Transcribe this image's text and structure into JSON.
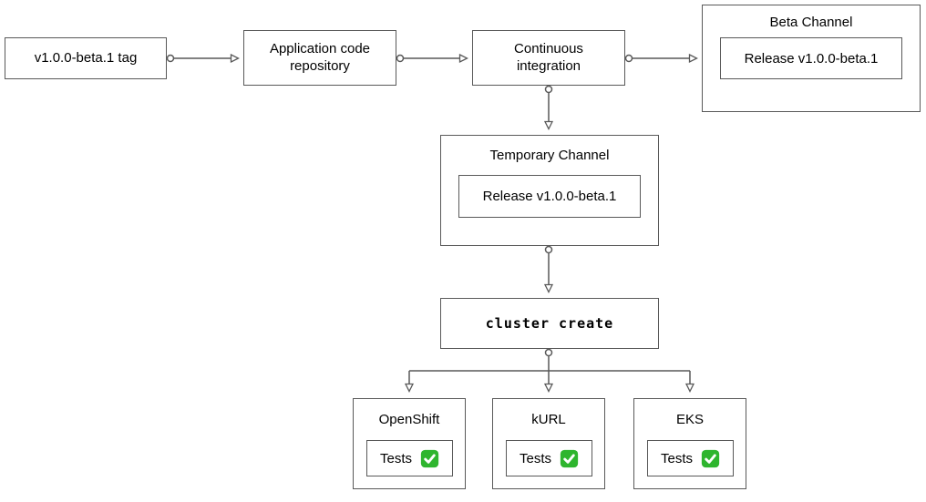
{
  "nodes": {
    "tag": {
      "label": "v1.0.0-beta.1 tag"
    },
    "repo": {
      "label": "Application code repository"
    },
    "ci": {
      "label": "Continuous integration"
    },
    "beta_channel": {
      "title": "Beta Channel",
      "release": "Release v1.0.0-beta.1"
    },
    "temporary_channel": {
      "title": "Temporary Channel",
      "release": "Release v1.0.0-beta.1"
    },
    "cluster_create": {
      "label": "cluster create"
    },
    "targets": [
      {
        "title": "OpenShift",
        "tests_label": "Tests",
        "status_icon": "check-icon"
      },
      {
        "title": "kURL",
        "tests_label": "Tests",
        "status_icon": "check-icon"
      },
      {
        "title": "EKS",
        "tests_label": "Tests",
        "status_icon": "check-icon"
      }
    ],
    "edges": [
      {
        "from": "tag",
        "to": "repo"
      },
      {
        "from": "repo",
        "to": "ci"
      },
      {
        "from": "ci",
        "to": "beta_channel"
      },
      {
        "from": "ci",
        "to": "temporary_channel"
      },
      {
        "from": "temporary_channel",
        "to": "cluster_create"
      },
      {
        "from": "cluster_create",
        "to": "OpenShift"
      },
      {
        "from": "cluster_create",
        "to": "kURL"
      },
      {
        "from": "cluster_create",
        "to": "EKS"
      }
    ]
  },
  "colors": {
    "border": "#595959",
    "background": "#ffffff",
    "text": "#000000",
    "check_green": "#2eb52e"
  }
}
